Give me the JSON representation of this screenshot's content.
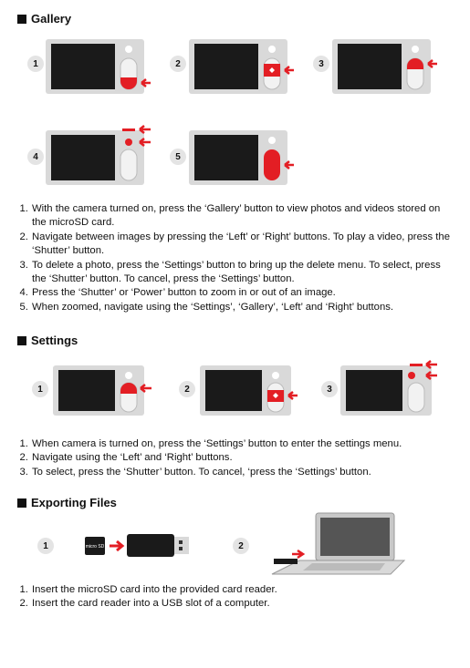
{
  "sections": {
    "gallery": {
      "title": "Gallery",
      "steps": [
        "1",
        "2",
        "3",
        "4",
        "5"
      ],
      "instructions": [
        "With the camera turned on, press the ‘Gallery’ button to view photos and videos stored on the microSD card.",
        "Navigate between images by pressing the ‘Left’ or ‘Right’ buttons. To play a video, press the ‘Shutter’ button.",
        "To delete a photo, press the ‘Settings’ button to bring up the delete menu. To select, press the ‘Shutter’ button. To cancel, press the ‘Settings’ button.",
        "Press the ‘Shutter’ or ‘Power’ button to zoom in or out of an image.",
        "When zoomed, navigate using the ‘Settings’, ‘Gallery’, ‘Left’ and ‘Right’ buttons."
      ]
    },
    "settings": {
      "title": "Settings",
      "steps": [
        "1",
        "2",
        "3"
      ],
      "instructions": [
        "When camera is turned on, press the ‘Settings’ button to enter the settings menu.",
        "Navigate using the ‘Left’ and ‘Right’ buttons.",
        "To select, press the ‘Shutter’ button. To cancel, ‘press the ‘Settings’ button."
      ]
    },
    "exporting": {
      "title": "Exporting Files",
      "steps": [
        "1",
        "2"
      ],
      "sd_label": "micro SD",
      "instructions": [
        "Insert the microSD card into the provided card reader.",
        "Insert the card reader into a USB slot of a computer."
      ]
    }
  },
  "colors": {
    "highlight": "#e31e24",
    "body": "#d9d9d9",
    "screen": "#1a1a1a"
  }
}
